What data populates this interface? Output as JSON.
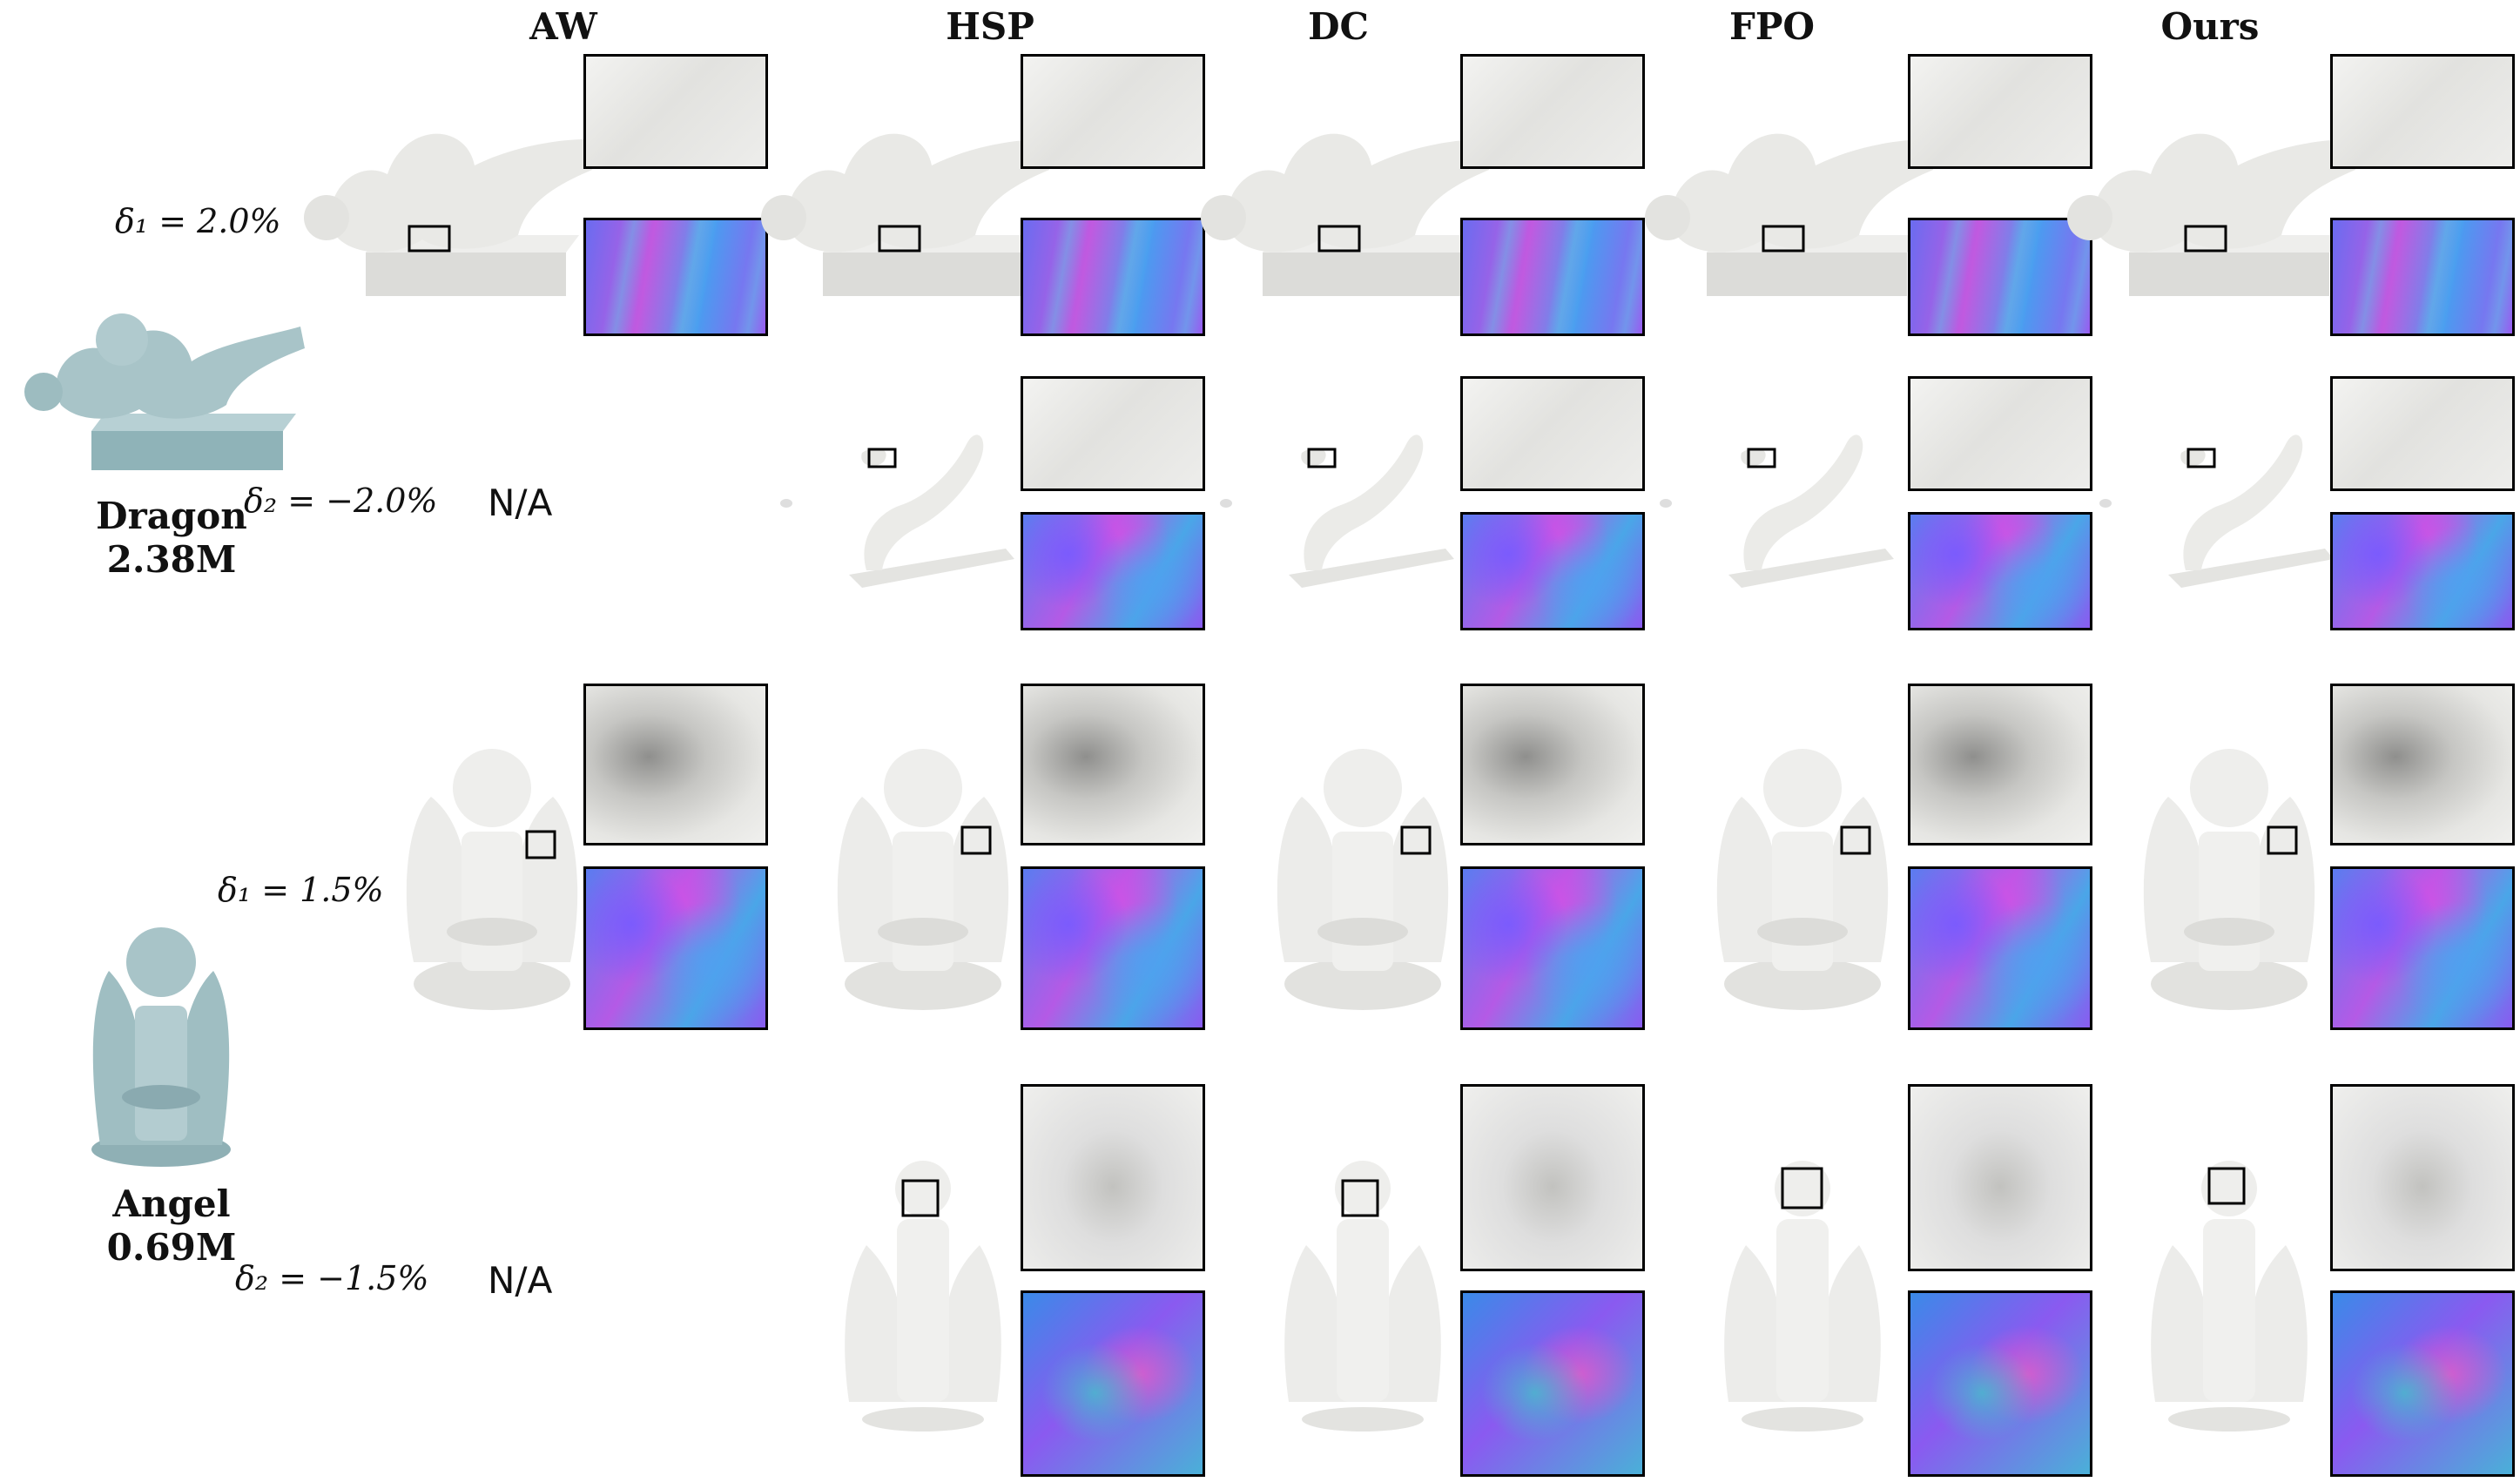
{
  "columns": [
    "AW",
    "HSP",
    "DC",
    "FPO",
    "Ours"
  ],
  "models": [
    {
      "name": "Dragon",
      "faces": "2.38M",
      "deltas": [
        {
          "label": "δ₁ = 2.0%",
          "na": ""
        },
        {
          "label": "δ₂ = −2.0%",
          "na": "N/A"
        }
      ]
    },
    {
      "name": "Angel",
      "faces": "0.69M",
      "deltas": [
        {
          "label": "δ₁ = 1.5%",
          "na": ""
        },
        {
          "label": "δ₂ = −1.5%",
          "na": "N/A"
        }
      ]
    }
  ],
  "colors": {
    "render_gray": "#e6e6e3",
    "input_teal": "#a8c4c8",
    "frame": "#000000"
  }
}
